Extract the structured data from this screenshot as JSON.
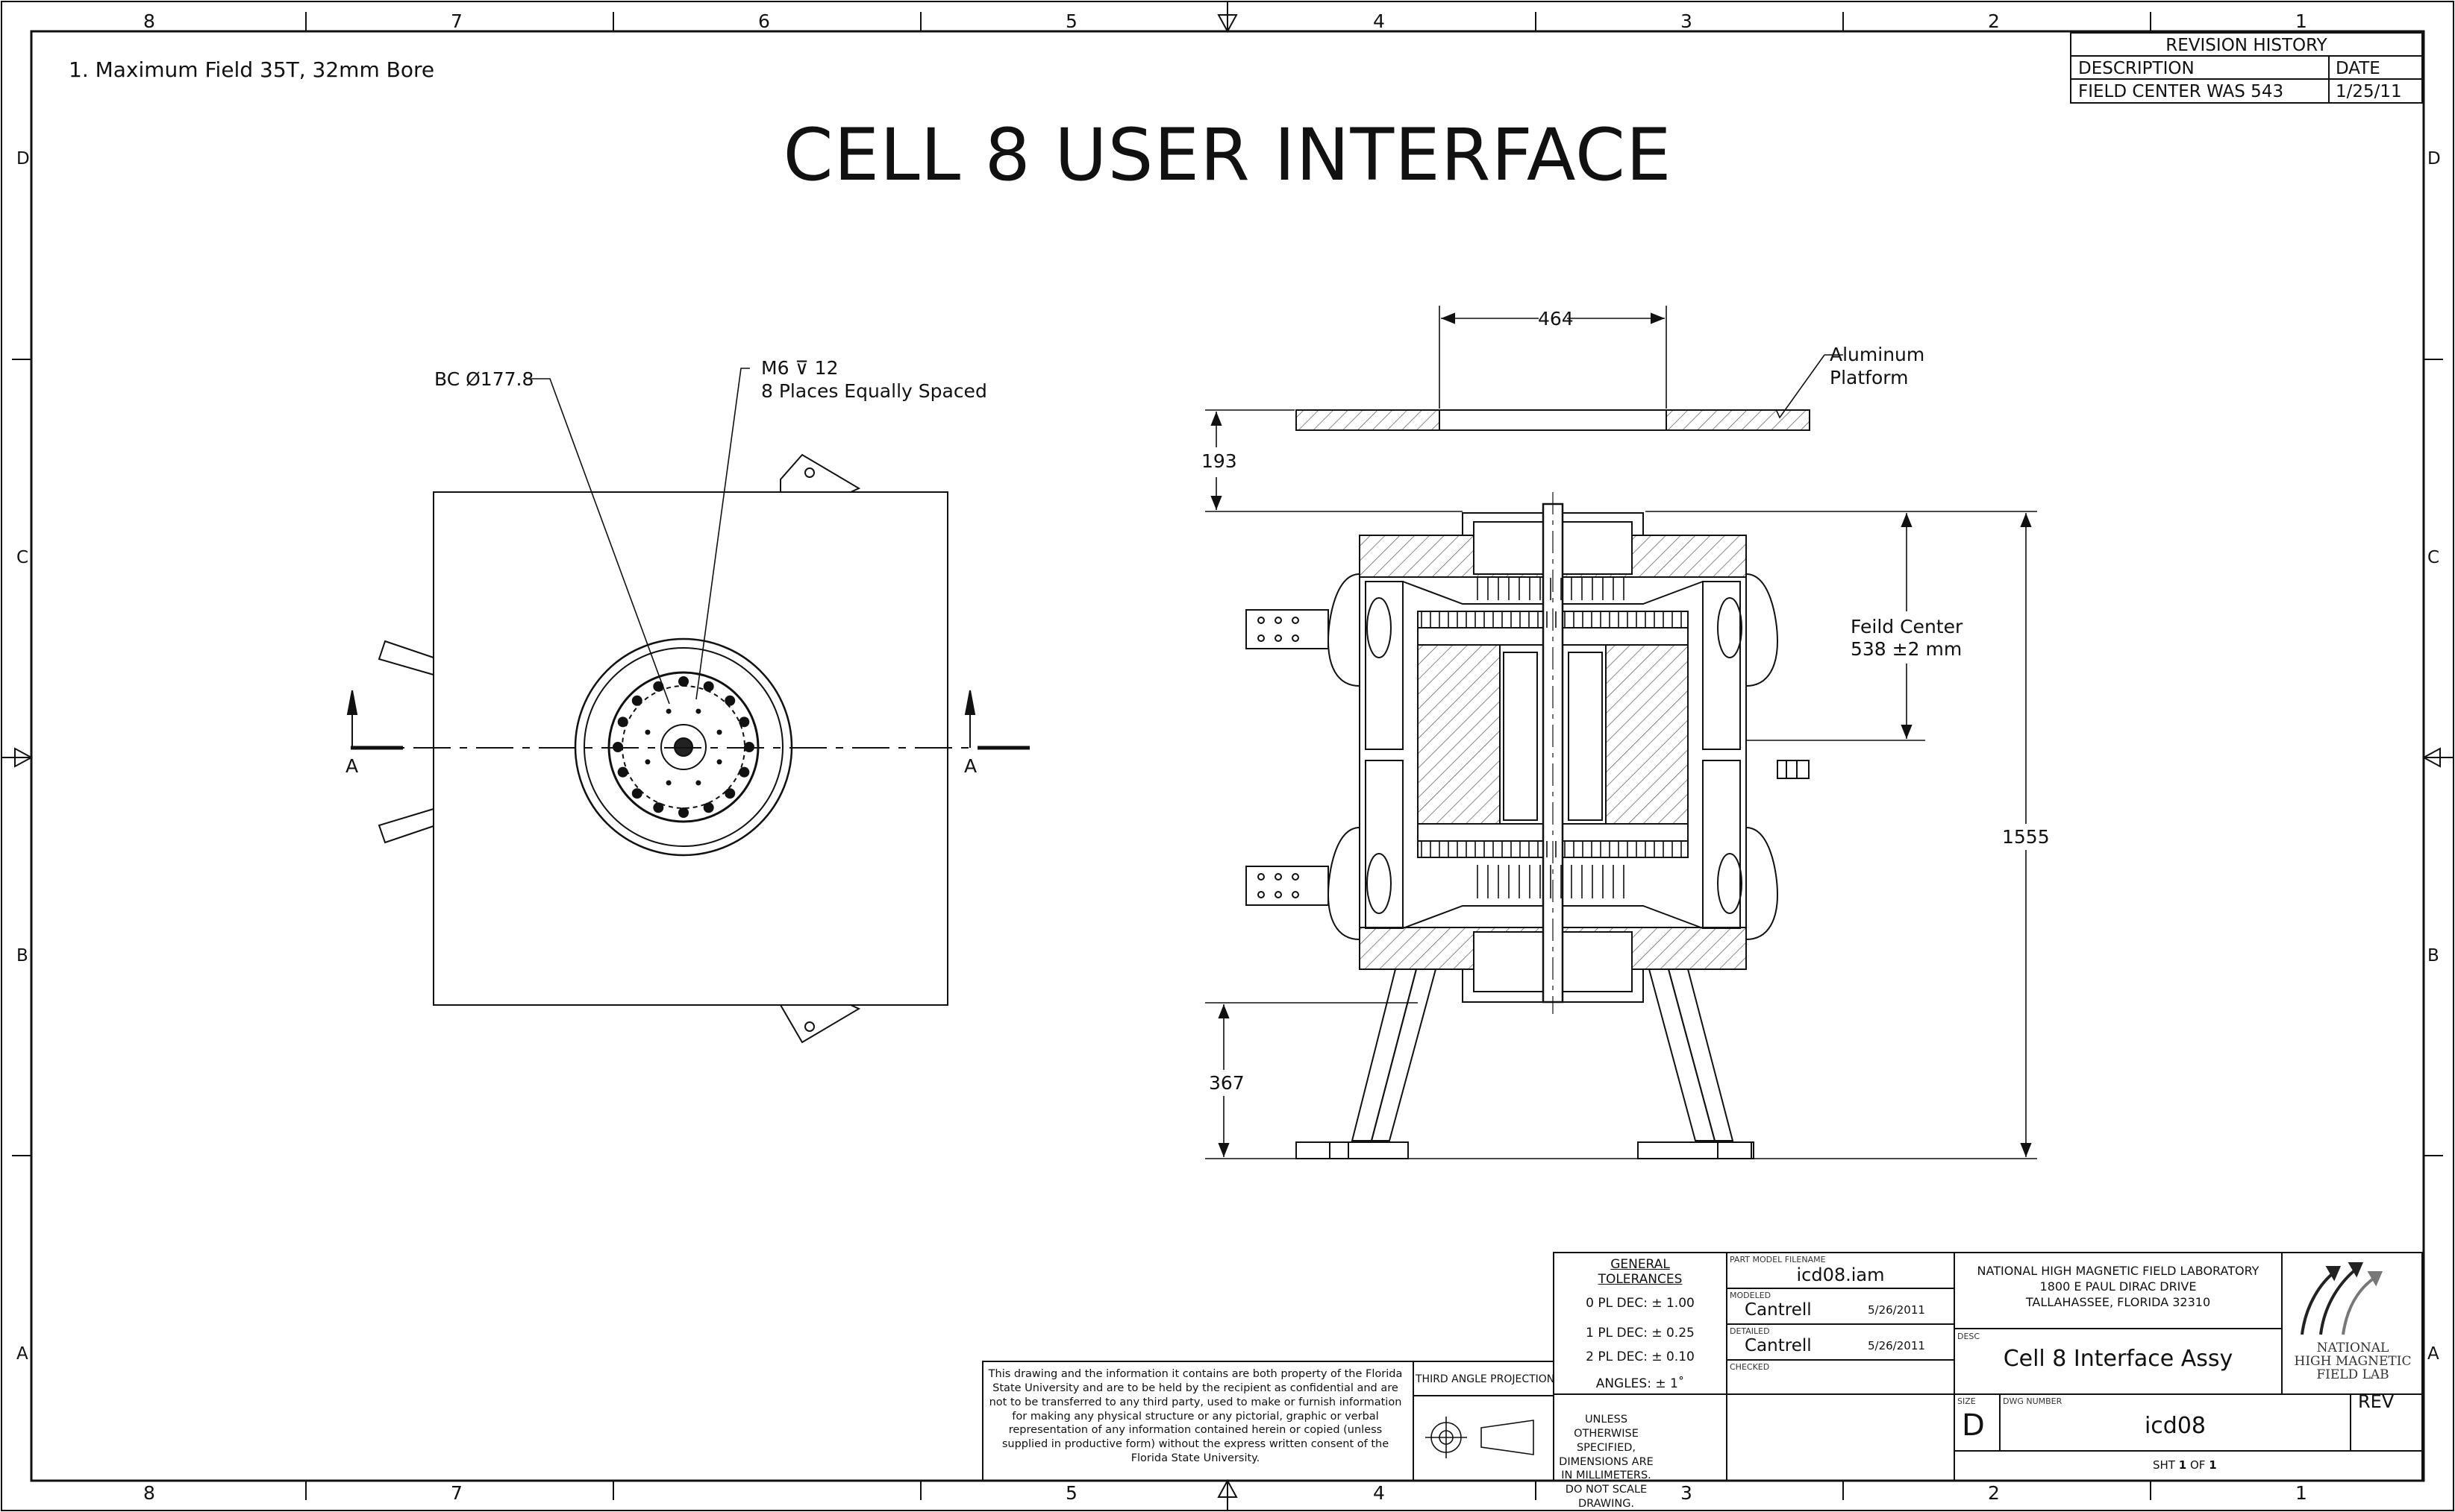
{
  "zones": {
    "columns": [
      "8",
      "7",
      "6",
      "5",
      "4",
      "3",
      "2",
      "1"
    ],
    "rows": [
      "D",
      "C",
      "B",
      "A"
    ]
  },
  "notes": {
    "note1": "1. Maximum Field 35T, 32mm Bore"
  },
  "title": "CELL 8 USER INTERFACE",
  "revision_history": {
    "header": "REVISION HISTORY",
    "col_description": "DESCRIPTION",
    "col_date": "DATE",
    "rows": [
      {
        "description": "FIELD CENTER WAS 543",
        "date": "1/25/11"
      }
    ]
  },
  "top_view": {
    "bc_label": "BC Ø177.8",
    "thread_label": "M6 ⊽ 12",
    "places_label": "8 Places Equally Spaced",
    "section_letter": "A"
  },
  "section_view": {
    "dim_platform_hole": "464",
    "platform_label_1": "Aluminum",
    "platform_label_2": "Platform",
    "dim_gap": "193",
    "field_center_1": "Feild Center",
    "field_center_2": "538 ±2 mm",
    "dim_overall": "1555",
    "dim_legs": "367"
  },
  "title_block": {
    "general_tolerances_1": "GENERAL",
    "general_tolerances_2": "TOLERANCES",
    "tol_0": "0 PL DEC: ± 1.00",
    "tol_1": "1 PL DEC: ± 0.25",
    "tol_2": "2 PL DEC: ± 0.10",
    "tol_angles": "ANGLES: ± 1˚",
    "part_model_filename_label": "PART MODEL FILENAME",
    "part_model_filename": "icd08.iam",
    "modeled_label": "MODELED",
    "modeled_by": "Cantrell",
    "modeled_date": "5/26/2011",
    "detailed_label": "DETAILED",
    "detailed_by": "Cantrell",
    "detailed_date": "5/26/2011",
    "checked_label": "CHECKED",
    "lab_name": "NATIONAL HIGH MAGNETIC FIELD LABORATORY",
    "lab_address_1": "1800 E PAUL DIRAC DRIVE",
    "lab_address_2": "TALLAHASSEE, FLORIDA 32310",
    "desc_label": "DESC",
    "description": "Cell 8 Interface Assy",
    "logo_text_1": "NATIONAL",
    "logo_text_2": "HIGH MAGNETIC",
    "logo_text_3": "FIELD LAB",
    "size_label": "SIZE",
    "size": "D",
    "dwg_number_label": "DWG NUMBER",
    "dwg_number": "icd08",
    "rev_label": "REV",
    "sheet_prefix": "SHT",
    "sheet_num": "1",
    "sheet_of": "OF",
    "sheet_total": "1",
    "projection": "THIRD ANGLE PROJECTION",
    "confidential": "This drawing and the information it contains are both property of the Florida State University and are to be held by the recipient as confidential and are not to be transferred to any third party, used to make or furnish information for making any physical structure or any pictorial, graphic or verbal representation of any information contained herein or copied (unless supplied in productive form) without the express written consent of the Florida State University.",
    "unless_otherwise": "UNLESS OTHERWISE SPECIFIED, DIMENSIONS ARE IN MILLIMETERS. DO NOT SCALE DRAWING."
  }
}
